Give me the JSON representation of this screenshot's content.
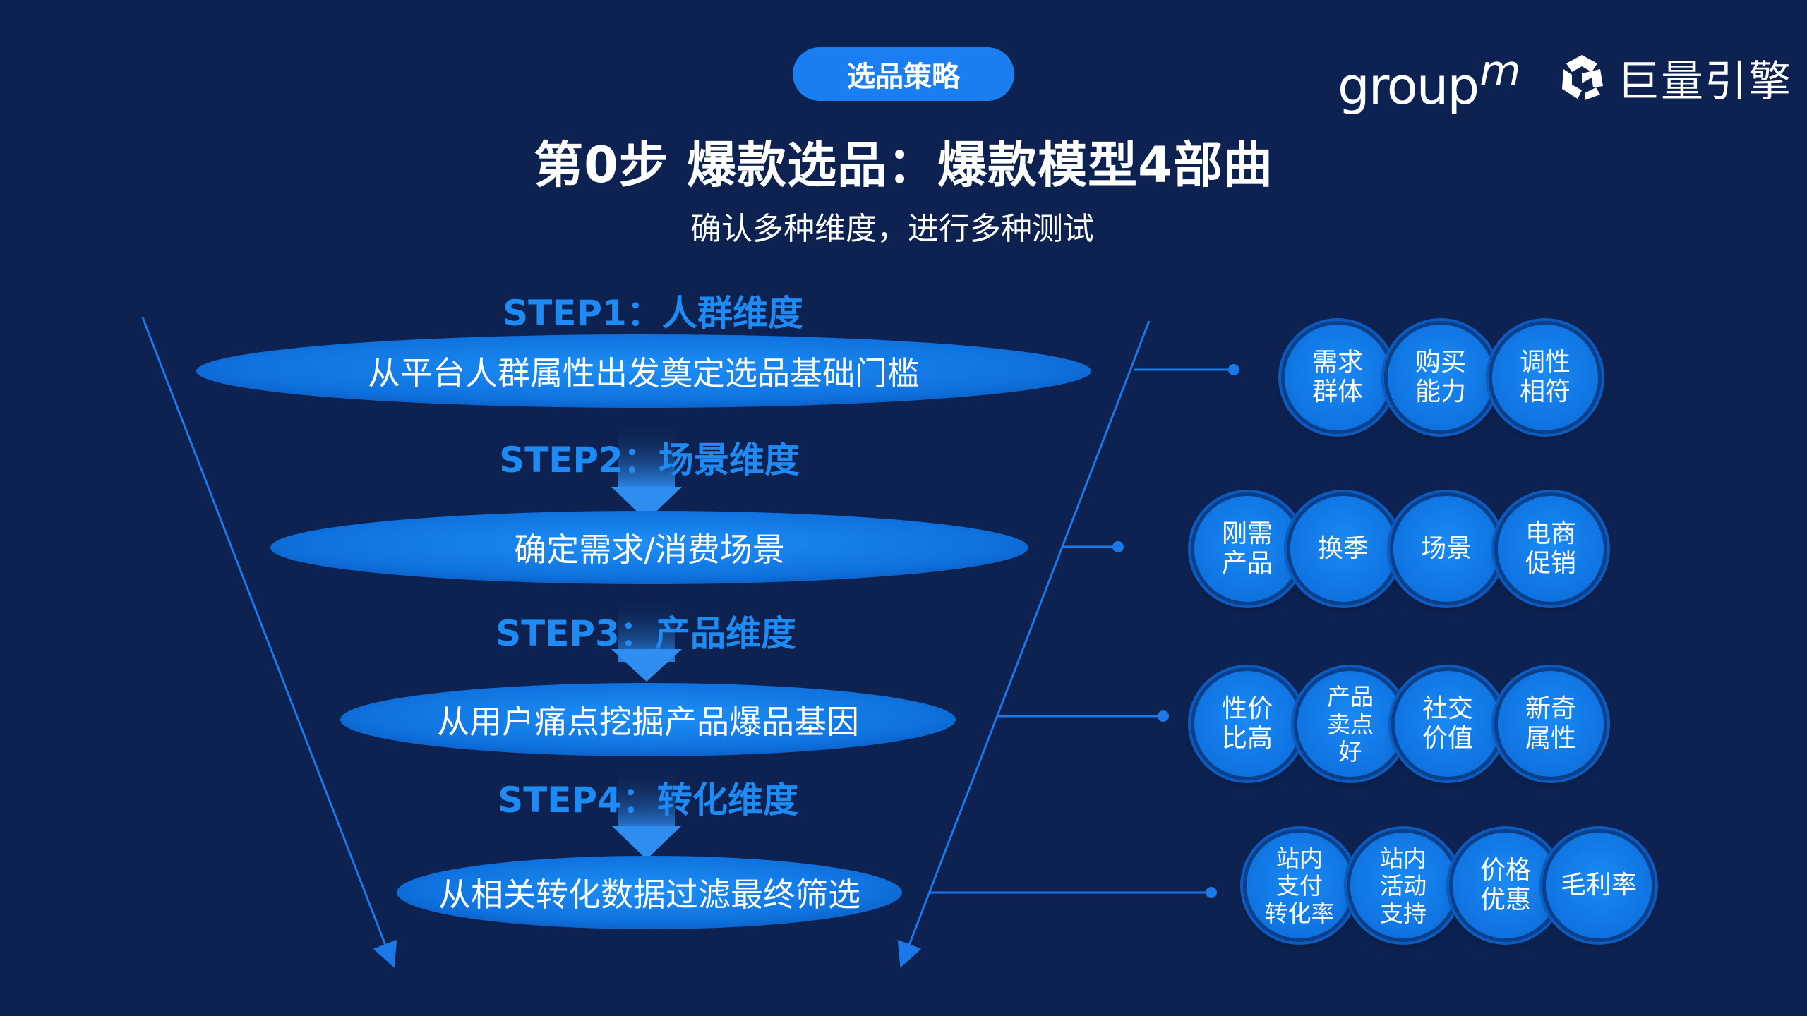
{
  "header": {
    "pill": "选品策略",
    "title": "第0步  爆款选品：爆款模型4部曲",
    "subtitle": "确认多种维度，进行多种测试"
  },
  "logos": {
    "groupm_main": "group",
    "groupm_sup": "m",
    "juliang": "巨量引擎"
  },
  "steps": [
    {
      "label": "STEP1：人群维度",
      "disc": "从平台人群属性出发奠定选品基础门槛",
      "bubbles": [
        "需求\n群体",
        "购买\n能力",
        "调性\n相符"
      ]
    },
    {
      "label": "STEP2：场景维度",
      "disc": "确定需求/消费场景",
      "bubbles": [
        "刚需\n产品",
        "换季",
        "场景",
        "电商\n促销"
      ]
    },
    {
      "label": "STEP3：产品维度",
      "disc": "从用户痛点挖掘产品爆品基因",
      "bubbles": [
        "性价\n比高",
        "产品\n卖点\n好",
        "社交\n价值",
        "新奇\n属性"
      ]
    },
    {
      "label": "STEP4：转化维度",
      "disc": "从相关转化数据过滤最终筛选",
      "bubbles": [
        "站内\n支付\n转化率",
        "站内\n活动\n支持",
        "价格\n优惠",
        "毛利率"
      ]
    }
  ],
  "colors": {
    "background": "#0d2250",
    "accent": "#1a7ef0",
    "step_label": "#1d8bf3",
    "line": "#1a78e8"
  }
}
